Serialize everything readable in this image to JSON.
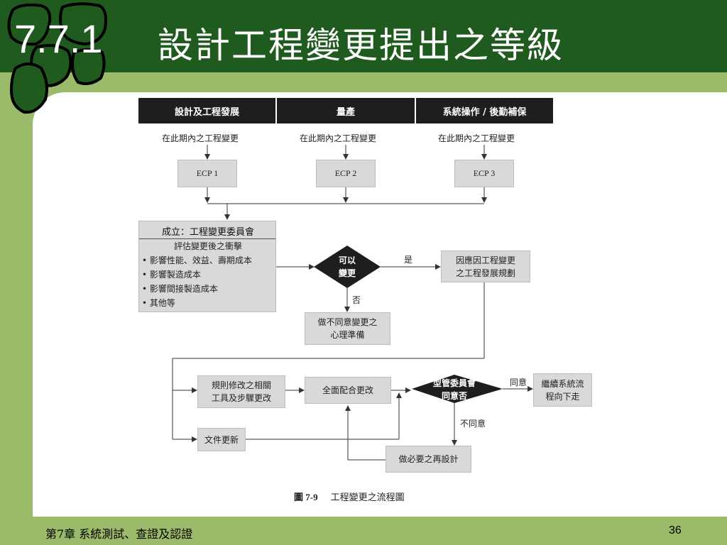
{
  "header": {
    "slide_number": "7.7.1",
    "title": "設計工程變更提出之等級"
  },
  "footer": {
    "chapter": "第7章 系統測試、查證及認證",
    "page": "36"
  },
  "flowchart": {
    "phases": [
      "設計及工程發展",
      "量產",
      "系統操作 / 後勤補保"
    ],
    "phase_note": "在此期內之工程變更",
    "ecps": [
      "ECP 1",
      "ECP 2",
      "ECP 3"
    ],
    "committee_title": "成立：工程變更委員會",
    "committee_subtitle": "評估變更後之衝擊",
    "committee_items": [
      "影響性能、效益、壽期成本",
      "影響製造成本",
      "影響間接製造成本",
      "其他等"
    ],
    "bullet": "•",
    "decision1": [
      "可以",
      "變更"
    ],
    "yes": "是",
    "no": "否",
    "plan_box": [
      "因應因工程變更",
      "之工程發展規劃"
    ],
    "reject_box": [
      "做不同意變更之",
      "心理準備"
    ],
    "rules_box": [
      "規則修改之相關",
      "工具及步驟更改"
    ],
    "coordinate_box": "全面配合更改",
    "decision2": [
      "型管委員會",
      "同意否"
    ],
    "agree": "同意",
    "disagree": "不同意",
    "continue_box": [
      "繼續系統流",
      "程向下走"
    ],
    "doc_box": "文件更新",
    "redesign_box": "做必要之再設計",
    "caption_num": "圖 7-9",
    "caption_text": "工程變更之流程圖"
  }
}
